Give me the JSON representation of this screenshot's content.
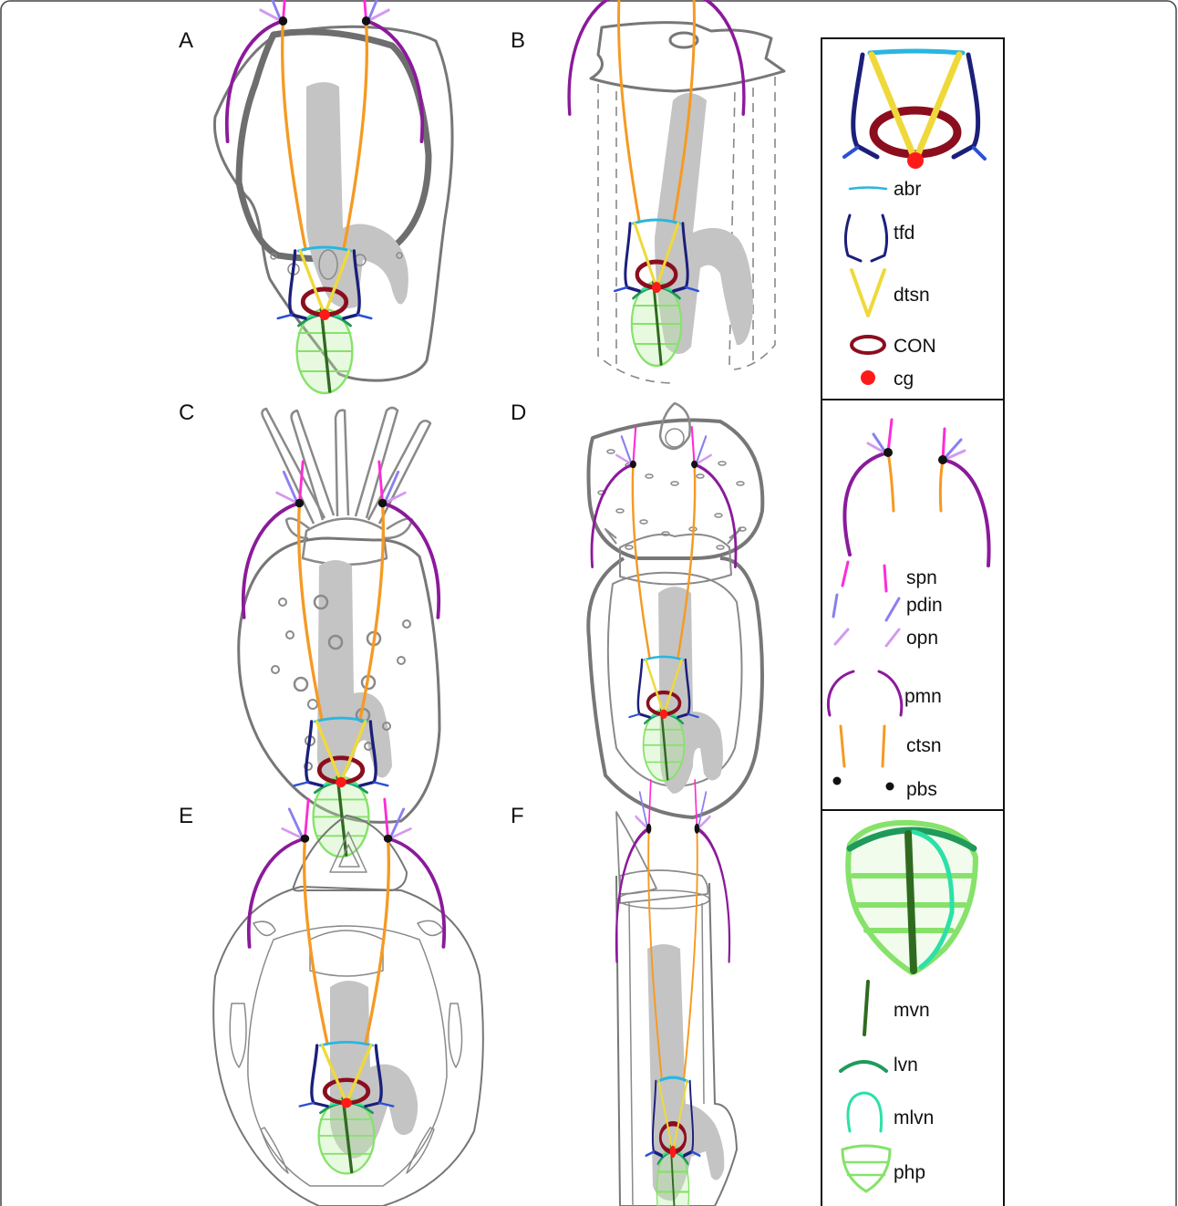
{
  "panels": [
    {
      "id": "A",
      "label": "A"
    },
    {
      "id": "B",
      "label": "B"
    },
    {
      "id": "C",
      "label": "C"
    },
    {
      "id": "D",
      "label": "D"
    },
    {
      "id": "E",
      "label": "E"
    },
    {
      "id": "F",
      "label": "F"
    }
  ],
  "legend": {
    "section1": [
      {
        "abbr": "abr",
        "color": "#29b6e0"
      },
      {
        "abbr": "tfd",
        "color": "#1b1f7a"
      },
      {
        "abbr": "dtsn",
        "color": "#efd93a"
      },
      {
        "abbr": "CON",
        "color": "#8b0e1e"
      },
      {
        "abbr": "cg",
        "color": "#ff1a1a"
      }
    ],
    "section2": [
      {
        "abbr": "spn",
        "color": "#ff2bd6"
      },
      {
        "abbr": "pdin",
        "color": "#8a7ff0"
      },
      {
        "abbr": "opn",
        "color": "#d39af0"
      },
      {
        "abbr": "pmn",
        "color": "#8b1a9b"
      },
      {
        "abbr": "ctsn",
        "color": "#f59a23"
      },
      {
        "abbr": "pbs",
        "color": "#111111"
      }
    ],
    "section3": [
      {
        "abbr": "mvn",
        "color": "#2f6b1f"
      },
      {
        "abbr": "lvn",
        "color": "#1f9a5a"
      },
      {
        "abbr": "mlvn",
        "color": "#2ce0a8"
      },
      {
        "abbr": "php",
        "color": "#86e26a"
      }
    ]
  }
}
